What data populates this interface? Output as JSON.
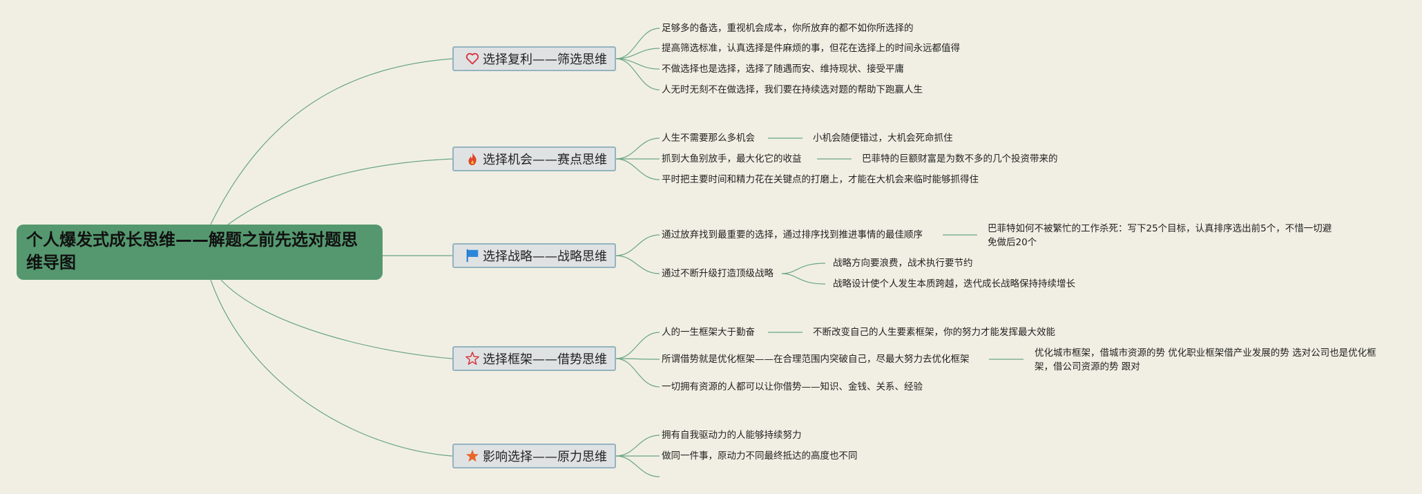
{
  "root": {
    "title": "个人爆发式成长思维——解题之前先选对题思维导图"
  },
  "colors": {
    "edge": "#6aa585",
    "root_bg": "#55986f",
    "branch_bg": "#dfe2e3",
    "branch_border": "#93b3bf",
    "canvas_bg": "#f1efe3"
  },
  "branches": [
    {
      "label": "选择复利——筛选思维",
      "icon": "heart-icon",
      "children": [
        "足够多的备选，重视机会成本，你所放弃的都不如你所选择的",
        "提高筛选标准，认真选择是件麻烦的事，但花在选择上的时间永远都值得",
        "不做选择也是选择，选择了随遇而安、维持现状、接受平庸",
        "人无时无刻不在做选择，我们要在持续选对题的帮助下跑赢人生"
      ]
    },
    {
      "label": "选择机会——赛点思维",
      "icon": "fire-icon",
      "children": [
        "人生不需要那么多机会",
        "抓到大鱼别放手，最大化它的收益",
        "平时把主要时间和精力花在关键点的打磨上，才能在大机会来临时能够抓得住"
      ],
      "sub": [
        "小机会随便错过，大机会死命抓住",
        "巴菲特的巨额财富是为数不多的几个投资带来的"
      ]
    },
    {
      "label": "选择战略——战略思维",
      "icon": "flag-icon",
      "children": [
        "通过放弃找到最重要的选择，通过排序找到推进事情的最佳顺序",
        "通过不断升级打造顶级战略"
      ],
      "sub": [
        "巴菲特如何不被繁忙的工作杀死：写下25个目标，认真排序选出前5个，不惜一切避免做后20个",
        "战略方向要浪费，战术执行要节约",
        "战略设计使个人发生本质跨越，迭代成长战略保持持续增长"
      ]
    },
    {
      "label": "选择框架——借势思维",
      "icon": "star-outline-icon",
      "children": [
        "人的一生框架大于勤奋",
        "所谓借势就是优化框架——在合理范围内突破自己，尽最大努力去优化框架",
        "一切拥有资源的人都可以让你借势——知识、金钱、关系、经验"
      ],
      "sub": [
        "不断改变自己的人生要素框架，你的努力才能发挥最大效能",
        "优化城市框架，借城市资源的势 优化职业框架借产业发展的势 选对公司也是优化框架，借公司资源的势 跟对"
      ]
    },
    {
      "label": "影响选择——原力思维",
      "icon": "star-filled-icon",
      "children": [
        "拥有自我驱动力的人能够持续努力",
        "做同一件事，原动力不同最终抵达的高度也不同"
      ]
    }
  ]
}
